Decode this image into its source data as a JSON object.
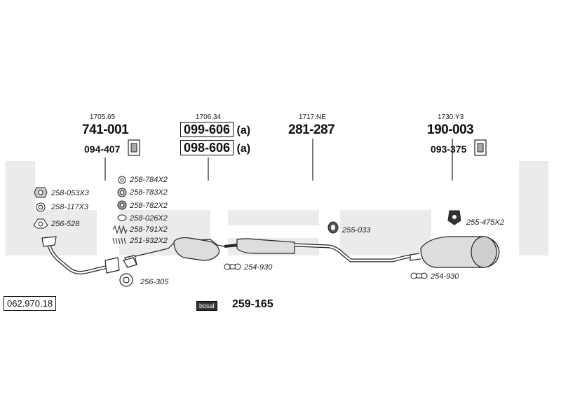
{
  "catalog_number": "062.970.18",
  "brand": "bosal",
  "brand_part_number": "259-165",
  "assemblies": [
    {
      "ref": "1705.65",
      "number": "741-001",
      "sub": "094-407"
    },
    {
      "ref": "1706.34",
      "numbers": [
        {
          "number": "099-606",
          "suffix": "(a)"
        },
        {
          "number": "098-606",
          "suffix": "(a)"
        }
      ]
    },
    {
      "ref": "1717.NE",
      "number": "281-287"
    },
    {
      "ref": "1730.Y3",
      "number": "190-003",
      "sub": "093-375"
    }
  ],
  "parts_left": [
    "258-053X3",
    "258-117X3",
    "256-528"
  ],
  "parts_center": [
    "258-784X2",
    "258-783X2",
    "258-782X2",
    "258-026X2",
    "258-791X2",
    "251-932X2"
  ],
  "parts_misc": {
    "clamp_front": "256-305",
    "clamp_mid": "254-930",
    "hanger_mid": "255-033",
    "hanger_rear": "255-475X2",
    "clamp_rear": "254-930"
  },
  "colors": {
    "line": "#222222",
    "watermark": "#e9e9e9"
  },
  "icons": [
    "gasket-icon",
    "bracket-icon",
    "clamp-icon",
    "hanger-icon",
    "spring-icon"
  ]
}
